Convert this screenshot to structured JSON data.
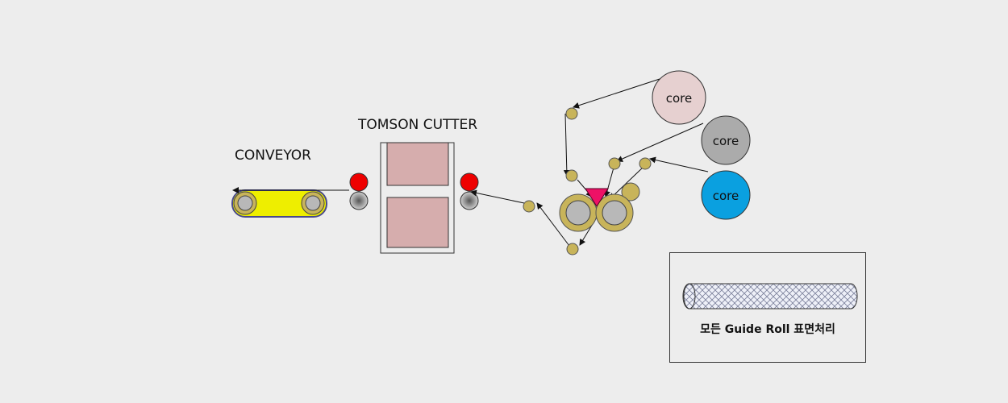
{
  "labels": {
    "conveyor": "CONVEYOR",
    "cutter": "TOMSON CUTTER",
    "cores": [
      "core",
      "core",
      "core"
    ]
  },
  "legend": {
    "caption": "모든 Guide Roll 표면처리"
  },
  "colors": {
    "background": "#ededed",
    "guide_roll": "#c8b45a",
    "grey_roll": "#b8b8b8",
    "conveyor_belt": "#eeee00",
    "cutter_block": "#d6adad",
    "pinch_roll": "#ee0000",
    "marker": "#ee1166",
    "core_pink": "#e6d0d0",
    "core_grey": "#ababab",
    "core_blue": "#0aa0e0"
  }
}
